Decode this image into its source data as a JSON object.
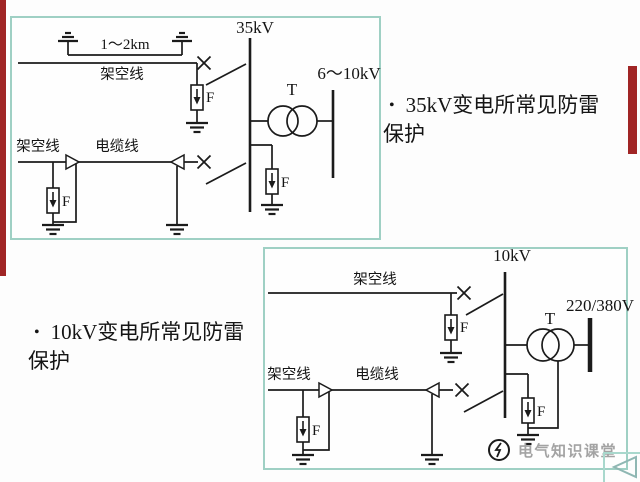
{
  "bullets": {
    "b35": {
      "dot": "•",
      "line1": "35kV变电所常见防雷",
      "line2": "保护"
    },
    "b10": {
      "dot": "•",
      "line1": "10kV变电所常见防雷",
      "line2": "保护"
    }
  },
  "diagram_35kv": {
    "bus_label": "35kV",
    "secondary_label": "6～10kV",
    "approach_label": "1～2km",
    "overhead_label": "架空线",
    "overhead_label2": "架空线",
    "cable_label": "电缆线",
    "transformer_label": "T",
    "arrester_label": "F"
  },
  "diagram_10kv": {
    "bus_label": "10kV",
    "secondary_label": "220/380V",
    "overhead_label": "架空线",
    "overhead_label2": "架空线",
    "cable_label": "电缆线",
    "transformer_label": "T",
    "arrester_label": "F"
  },
  "watermark": {
    "text": "电气知识课堂"
  },
  "colors": {
    "red_bar": "#a02525",
    "box_border": "#9fd0c4",
    "line": "#1b1b1b",
    "watermark_gray": "#a3a3a3"
  }
}
